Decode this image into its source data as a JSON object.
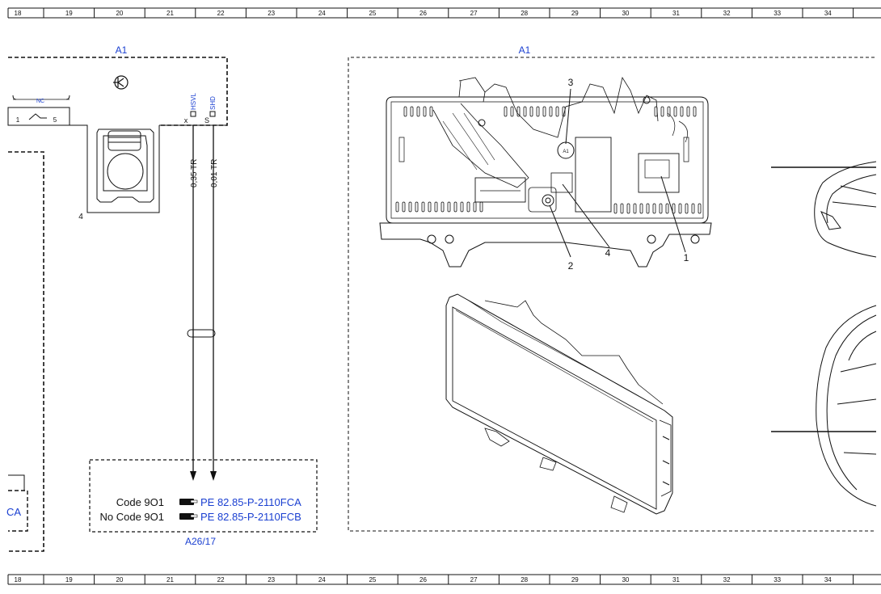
{
  "ruler": {
    "columns": [
      "18",
      "19",
      "20",
      "21",
      "22",
      "23",
      "24",
      "25",
      "26",
      "27",
      "28",
      "29",
      "30",
      "31",
      "32",
      "33",
      "34"
    ]
  },
  "left_diagram": {
    "module_label": "A1",
    "nc_label": "NC",
    "pin_1": "1",
    "pin_5": "5",
    "pin_x": "x",
    "pin_s": "S",
    "signal_hsvl": "HSVL",
    "signal_shd": "SHD",
    "wire_1_label": "0,35 TR",
    "wire_2_label": "0,01 TR",
    "connector_label": "4",
    "left_edge_fragment": "CA"
  },
  "reference_box": {
    "code_label": "Code 9O1",
    "no_code_label": "No Code 9O1",
    "link_1": "PE 82.85-P-2110FCA",
    "link_2": "PE 82.85-P-2110FCB",
    "box_label": "A26/17"
  },
  "right_diagram": {
    "module_label": "A1",
    "callouts": [
      "1",
      "2",
      "3",
      "4"
    ],
    "part_marker": "A1"
  },
  "colors": {
    "link": "#1a3fd1",
    "line": "#111111"
  }
}
